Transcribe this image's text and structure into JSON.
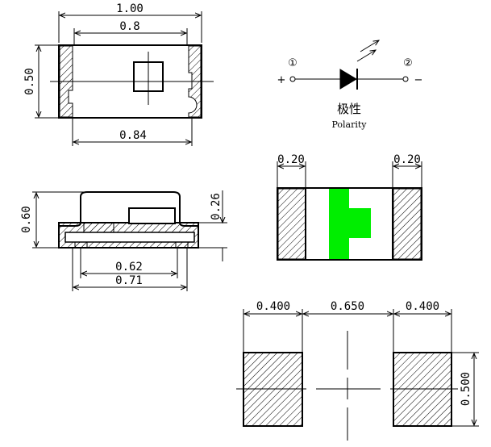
{
  "top_view": {
    "overall_length": "1.00",
    "inner_length": "0.8",
    "height": "0.50",
    "pad_span": "0.84"
  },
  "side_view": {
    "total_height": "0.60",
    "pad_height": "0.26",
    "inner_span": "0.62",
    "outer_span": "0.71"
  },
  "polarity": {
    "pin1_number": "①",
    "pin1_sign": "+",
    "pin2_number": "②",
    "pin2_sign": "−",
    "label_cn": "极性",
    "label_en": "Polarity"
  },
  "bottom_view": {
    "left_pad_width": "0.20",
    "right_pad_width": "0.20",
    "mark_color": "#00ee00"
  },
  "footprint": {
    "pad_width_left": "0.400",
    "gap": "0.650",
    "pad_width_right": "0.400",
    "pad_height": "0.500"
  }
}
